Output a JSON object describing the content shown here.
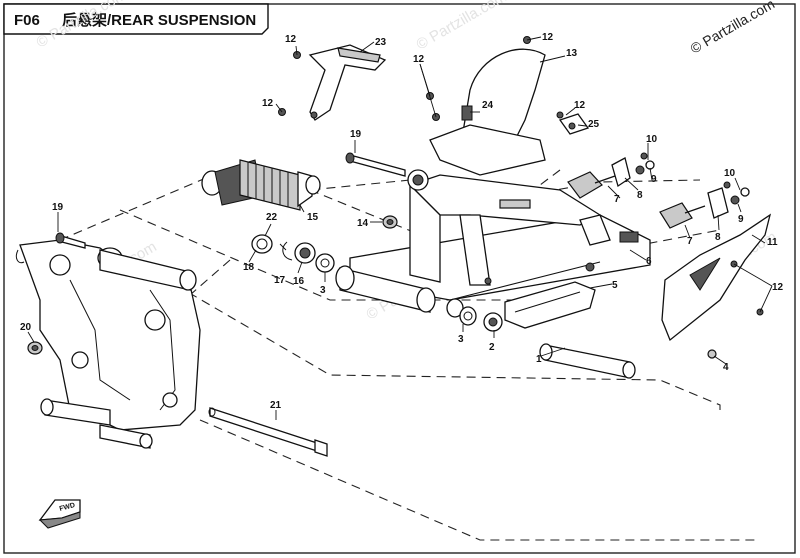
{
  "header": {
    "code": "F06",
    "title": "后悬架/REAR SUSPENSION"
  },
  "copyright": "© Partzilla.com",
  "watermarks": [
    "© Partzilla.com",
    "© Partzilla.com",
    "© Partzilla.com",
    "© Partzilla.com",
    "© Partzilla.com"
  ],
  "callouts": {
    "c1": "1",
    "c2": "2",
    "c3a": "3",
    "c3b": "3",
    "c4": "4",
    "c5": "5",
    "c6": "6",
    "c7a": "7",
    "c7b": "7",
    "c8a": "8",
    "c8b": "8",
    "c9a": "9",
    "c9b": "9",
    "c10a": "10",
    "c10b": "10",
    "c11": "11",
    "c12a": "12",
    "c12b": "12",
    "c12c": "12",
    "c12d": "12",
    "c12e": "12",
    "c12f": "12",
    "c13": "13",
    "c14": "14",
    "c15": "15",
    "c16": "16",
    "c17": "17",
    "c18": "18",
    "c19a": "19",
    "c19b": "19",
    "c20": "20",
    "c21": "21",
    "c22": "22",
    "c23": "23",
    "c24": "24",
    "c25": "25"
  },
  "fwd_label": "FWD"
}
